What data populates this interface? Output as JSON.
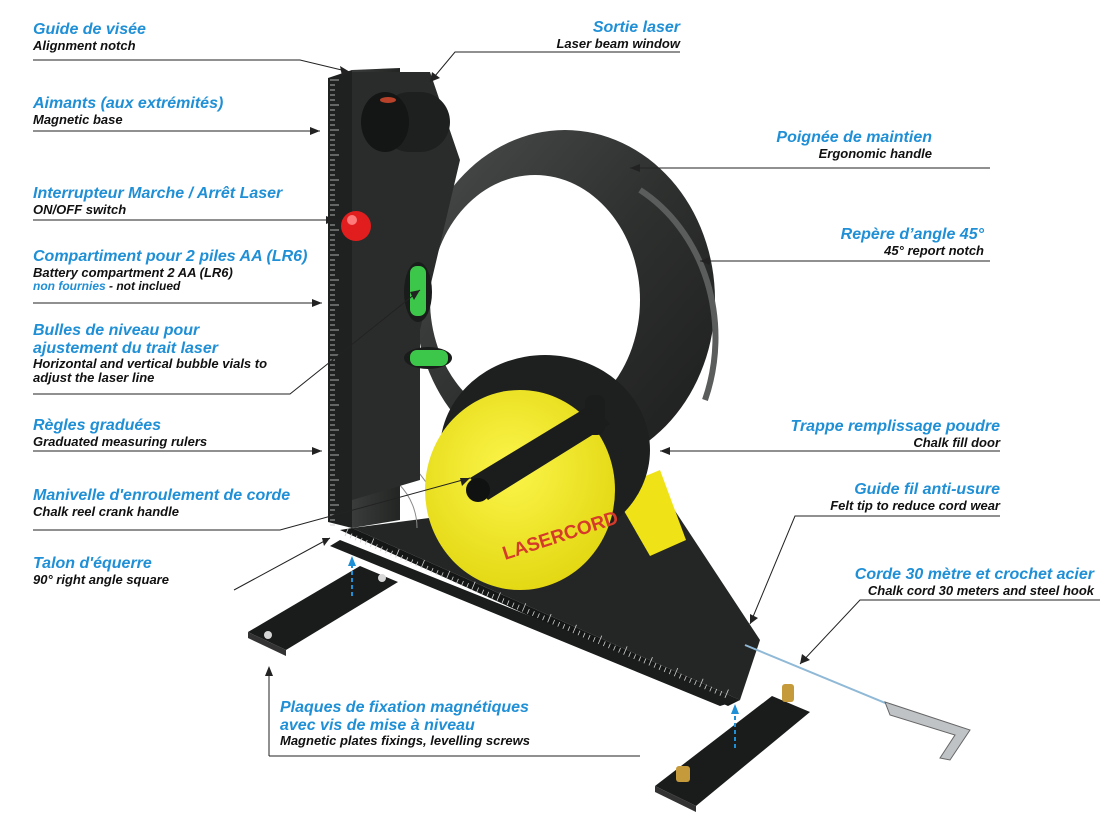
{
  "brand": "LASERCORD",
  "colors": {
    "french_label": "#1f8fd6",
    "english_label": "#111111",
    "body": "#2b2d2c",
    "yellow": "#f4ec1a"
  },
  "callouts": {
    "guide_visee": {
      "fr": "Guide de visée",
      "en": "Alignment notch"
    },
    "aimants": {
      "fr": "Aimants (aux extrémités)",
      "en": "Magnetic base"
    },
    "interrupteur": {
      "fr": "Interrupteur Marche / Arrêt Laser",
      "en": "ON/OFF switch"
    },
    "compartiment": {
      "fr": "Compartiment pour 2 piles AA (LR6)",
      "en": "Battery compartment 2 AA (LR6)",
      "note_fr": "non fournies",
      "note_en": " - not inclued"
    },
    "bulles": {
      "fr1": "Bulles de niveau pour",
      "fr2": "ajustement du trait laser",
      "en1": "Horizontal and vertical bubble vials to",
      "en2": "adjust the laser line"
    },
    "regles": {
      "fr": "Règles graduées",
      "en": "Graduated measuring rulers"
    },
    "manivelle": {
      "fr": "Manivelle d'enroulement de corde",
      "en": "Chalk reel crank handle"
    },
    "talon": {
      "fr": "Talon d'équerre",
      "en": "90° right angle square"
    },
    "plaques": {
      "fr1": "Plaques de fixation magnétiques",
      "fr2": "avec vis de mise à niveau",
      "en": "Magnetic plates fixings, levelling screws"
    },
    "sortie": {
      "fr": "Sortie laser",
      "en": "Laser beam window"
    },
    "poignee": {
      "fr": "Poignée de maintien",
      "en": "Ergonomic handle"
    },
    "repere": {
      "fr": "Repère d’angle 45°",
      "en": "45° report notch"
    },
    "trappe": {
      "fr": "Trappe remplissage poudre",
      "en": "Chalk fill door"
    },
    "guide_fil": {
      "fr": "Guide fil anti-usure",
      "en": "Felt tip to reduce cord wear"
    },
    "corde": {
      "fr": "Corde 30 mètre et crochet acier",
      "en": "Chalk cord 30 meters and steel hook"
    }
  }
}
